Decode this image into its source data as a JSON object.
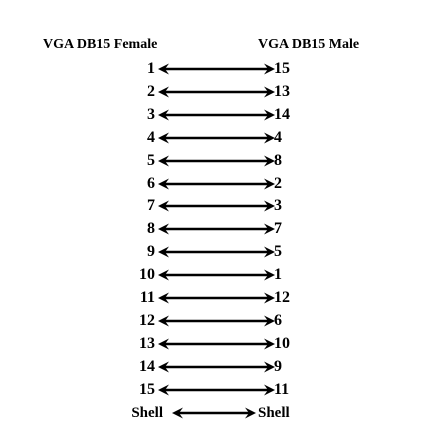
{
  "headers": {
    "left": "VGA DB15 Female",
    "right": "VGA DB15 Male"
  },
  "rows": [
    {
      "left": "1",
      "right": "15"
    },
    {
      "left": "2",
      "right": "13"
    },
    {
      "left": "3",
      "right": "14"
    },
    {
      "left": "4",
      "right": "4"
    },
    {
      "left": "5",
      "right": "8"
    },
    {
      "left": "6",
      "right": "2"
    },
    {
      "left": "7",
      "right": "3"
    },
    {
      "left": "8",
      "right": "7"
    },
    {
      "left": "9",
      "right": "5"
    },
    {
      "left": "10",
      "right": "1"
    },
    {
      "left": "11",
      "right": "12"
    },
    {
      "left": "12",
      "right": "6"
    },
    {
      "left": "13",
      "right": "10"
    },
    {
      "left": "14",
      "right": "9"
    },
    {
      "left": "15",
      "right": "11"
    },
    {
      "left": "Shell",
      "right": "Shell"
    }
  ]
}
